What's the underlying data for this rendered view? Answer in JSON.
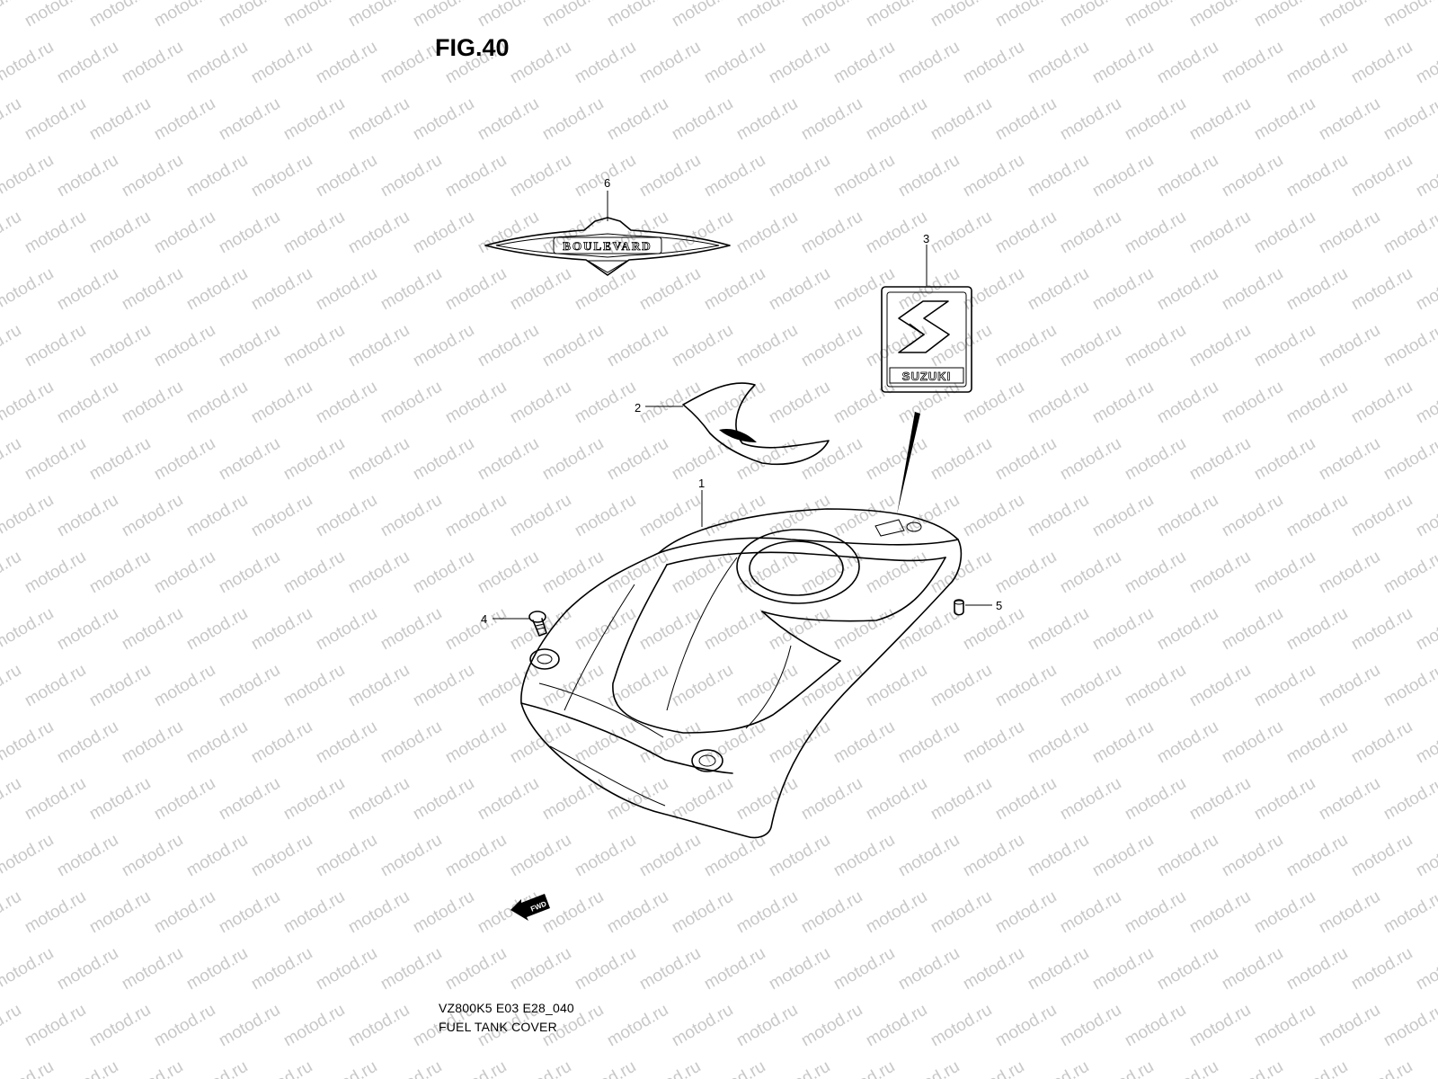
{
  "figure": {
    "title": "FIG.40",
    "code": "VZ800K5 E03 E28_040",
    "name": "FUEL TANK COVER"
  },
  "watermark": {
    "text": "motod.ru",
    "color": "#c8c8c8"
  },
  "callouts": [
    {
      "number": "1",
      "part": "fuel-tank-cover"
    },
    {
      "number": "2",
      "part": "tank-side-emblem"
    },
    {
      "number": "3",
      "part": "suzuki-emblem"
    },
    {
      "number": "4",
      "part": "bolt"
    },
    {
      "number": "5",
      "part": "cushion"
    },
    {
      "number": "6",
      "part": "boulevard-emblem"
    }
  ],
  "emblems": {
    "boulevard": {
      "text": "BOULEVARD"
    },
    "suzuki": {
      "text": "SUZUKI"
    }
  },
  "direction_marker": {
    "text": "FWD"
  }
}
